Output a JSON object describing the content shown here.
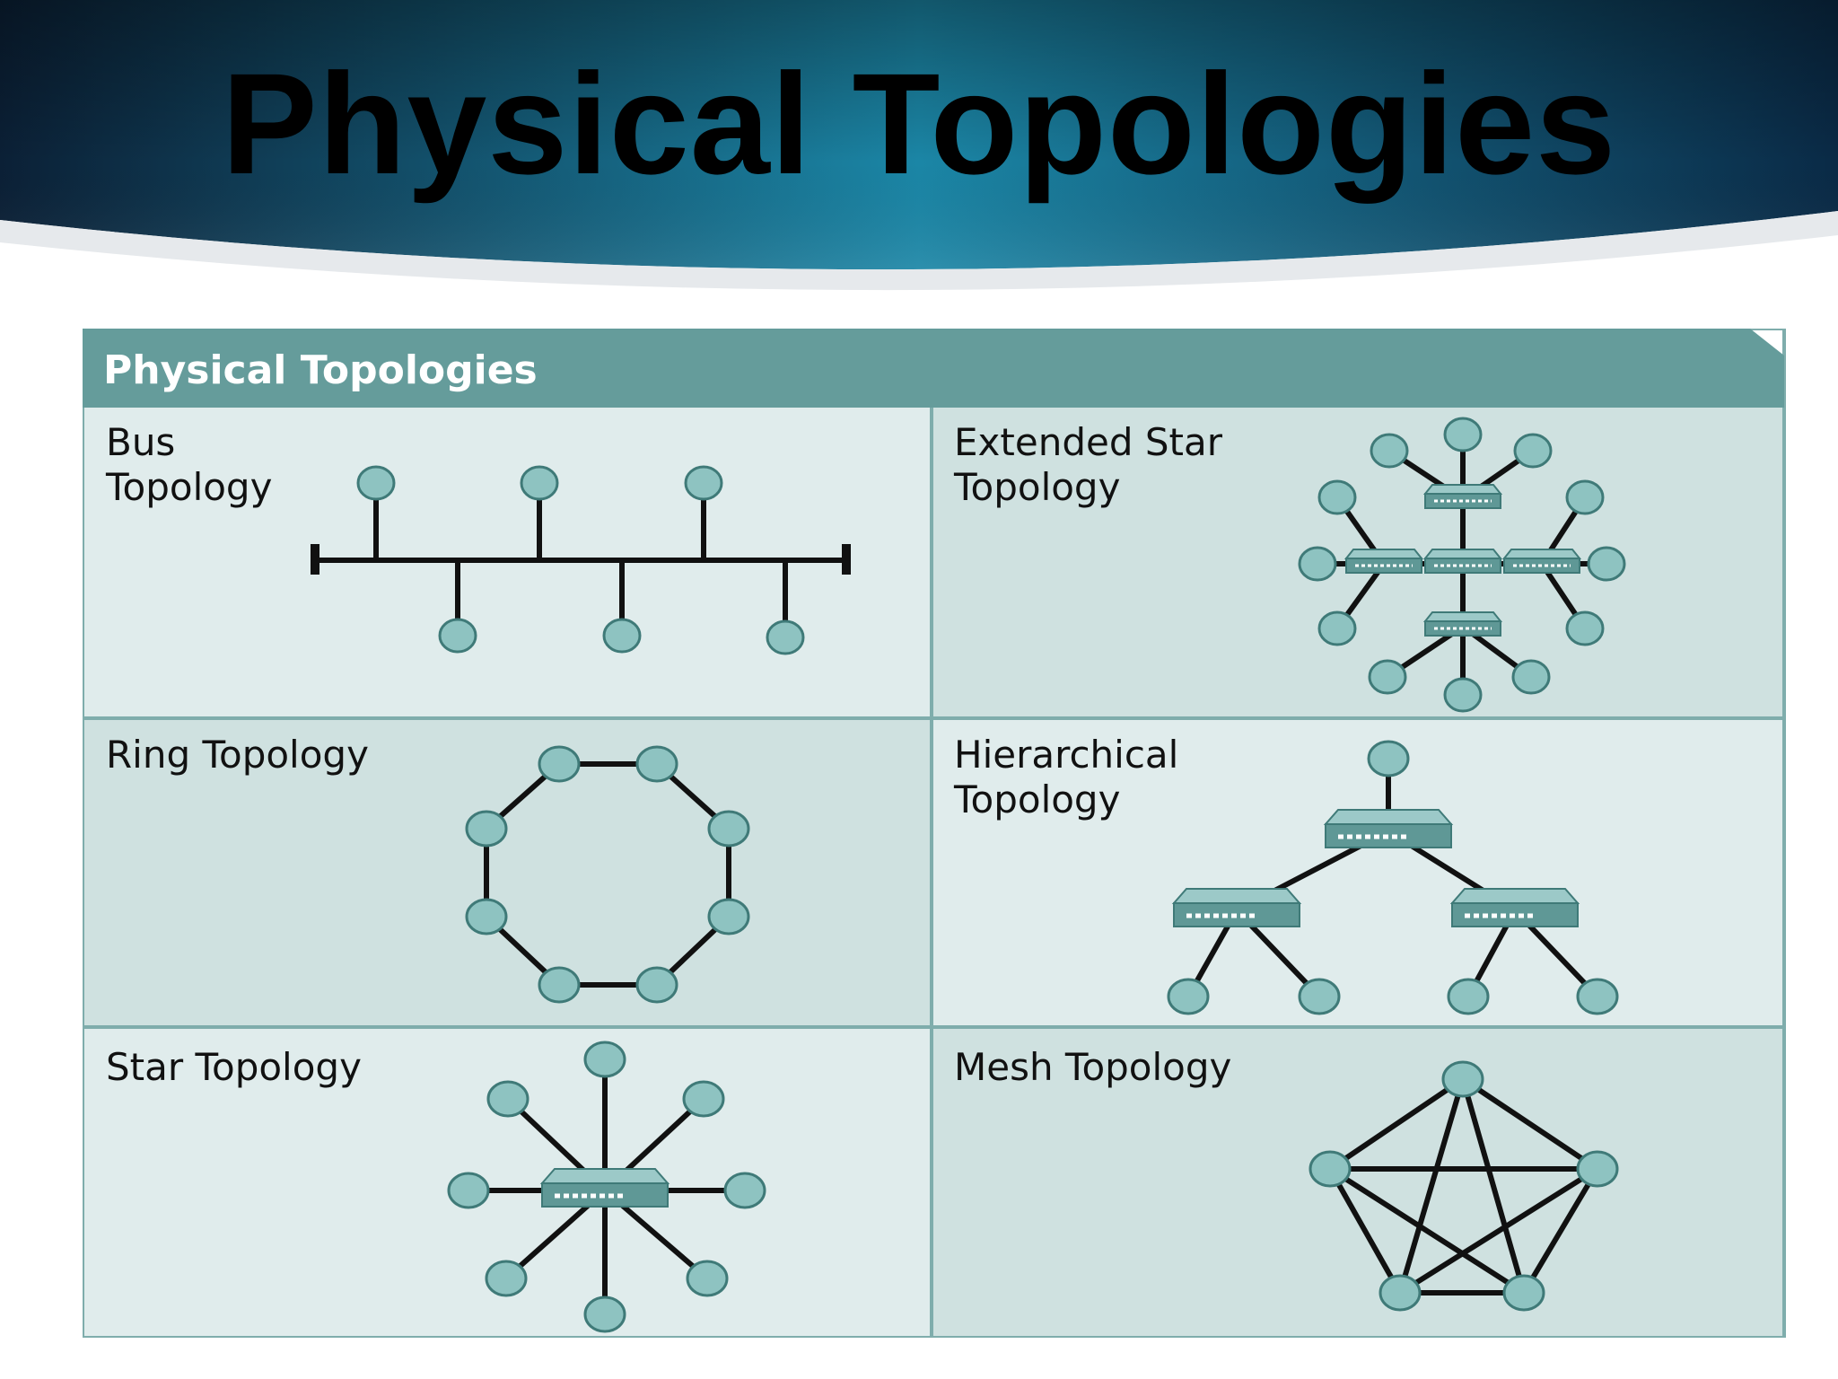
{
  "slide": {
    "title": "Physical Topologies",
    "banner_colors": [
      "#0a2540",
      "#1d7f9e",
      "#0c2d4a"
    ]
  },
  "diagram": {
    "panel_title": "Physical Topologies",
    "header_color": "#659c9b",
    "cell_light": "#e0ecec",
    "cell_dark": "#cfe1e0",
    "border_color": "#7fadac",
    "cells": [
      {
        "label_line1": "Bus",
        "label_line2": "Topology",
        "kind": "bus"
      },
      {
        "label_line1": "Extended Star",
        "label_line2": "Topology",
        "kind": "extended-star"
      },
      {
        "label_line1": "Ring Topology",
        "label_line2": "",
        "kind": "ring"
      },
      {
        "label_line1": "Hierarchical",
        "label_line2": "Topology",
        "kind": "hierarchical"
      },
      {
        "label_line1": "Star Topology",
        "label_line2": "",
        "kind": "star"
      },
      {
        "label_line1": "Mesh Topology",
        "label_line2": "",
        "kind": "mesh"
      }
    ]
  },
  "footer": {
    "left": "",
    "center": ""
  }
}
